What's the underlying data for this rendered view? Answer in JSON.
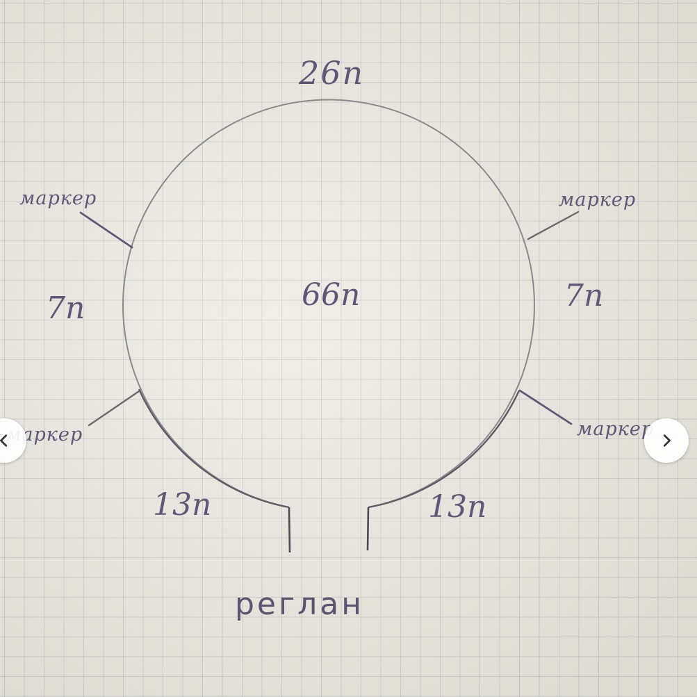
{
  "labels": {
    "top": "26п",
    "center": "66п",
    "left_side": "7п",
    "right_side": "7п",
    "bottom_left": "13п",
    "bottom_right": "13п",
    "marker_top_left": "маркер",
    "marker_top_right": "маркер",
    "marker_bottom_left": "маркер",
    "marker_bottom_right": "маркер",
    "bottom": "реглан"
  },
  "nav": {
    "prev_icon": "chevron-left-icon",
    "next_icon": "chevron-right-icon"
  },
  "colors": {
    "ink": "#5e5778",
    "pencil": "#8d8d8d",
    "paper": "#ebe8df"
  }
}
